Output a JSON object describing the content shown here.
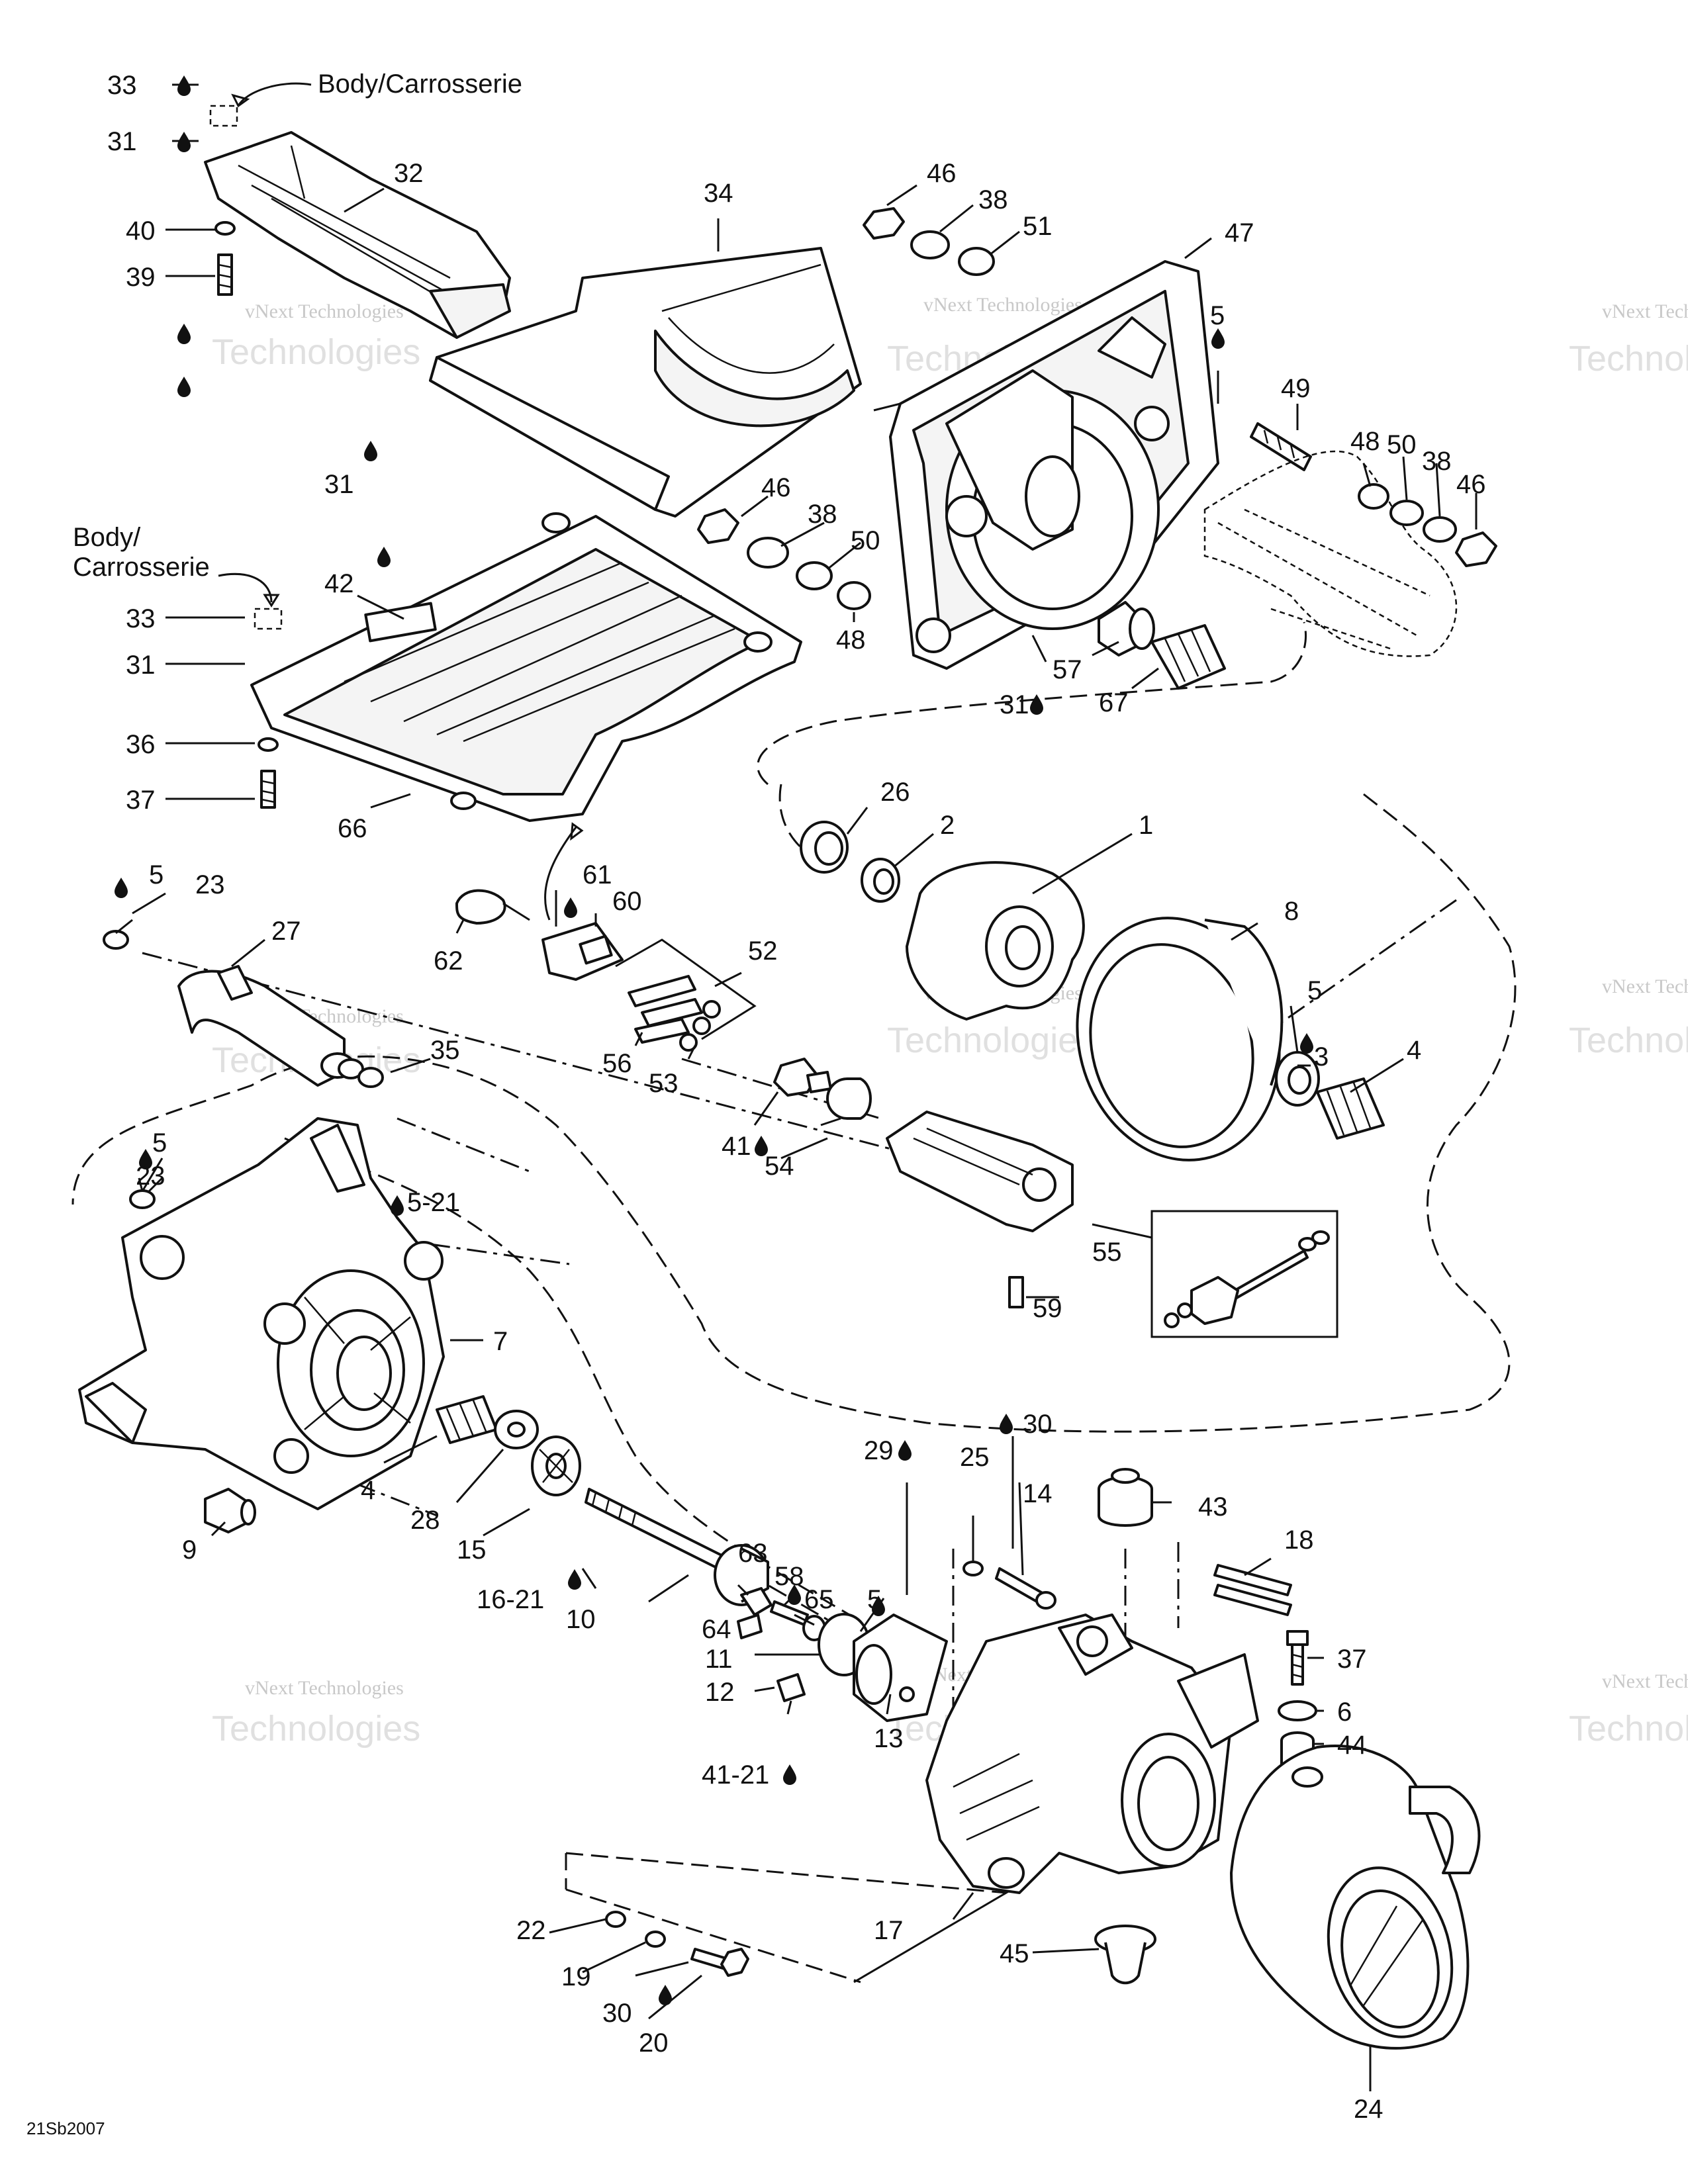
{
  "callouts": {
    "c1": "1",
    "c2": "2",
    "c3": "3",
    "c4a": "4",
    "c4b": "4",
    "c5a": "5",
    "c5b": "5",
    "c5c": "5",
    "c5d": "5",
    "c5_21": "5-21",
    "c6": "6",
    "c7": "7",
    "c8": "8",
    "c9": "9",
    "c10": "10",
    "c11": "11",
    "c12": "12",
    "c13": "13",
    "c14": "14",
    "c15": "15",
    "c16_21": "16-21",
    "c17": "17",
    "c18": "18",
    "c19": "19",
    "c20": "20",
    "c22": "22",
    "c23a": "23",
    "c23b": "23",
    "c24": "24",
    "c25": "25",
    "c26": "26",
    "c27": "27",
    "c28": "28",
    "c29": "29",
    "c30a": "30",
    "c30b": "30",
    "c31a": "31",
    "c31b": "31",
    "c31c": "31",
    "c31d": "31",
    "c32": "32",
    "c33a": "33",
    "c33b": "33",
    "c34": "34",
    "c35": "35",
    "c36": "36",
    "c37a": "37",
    "c37b": "37",
    "c38a": "38",
    "c38b": "38",
    "c38c": "38",
    "c39": "39",
    "c40": "40",
    "c41": "41",
    "c41_21": "41-21",
    "c42": "42",
    "c43": "43",
    "c44": "44",
    "c45": "45",
    "c46a": "46",
    "c46b": "46",
    "c46c": "46",
    "c47": "47",
    "c48a": "48",
    "c48b": "48",
    "c49": "49",
    "c50a": "50",
    "c50b": "50",
    "c51": "51",
    "c52": "52",
    "c53": "53",
    "c54": "54",
    "c55": "55",
    "c56": "56",
    "c57": "57",
    "c58": "58",
    "c59": "59",
    "c60": "60",
    "c61": "61",
    "c62": "62",
    "c63": "63",
    "c64": "64",
    "c65": "65",
    "c66": "66",
    "c67": "67"
  },
  "notes": {
    "body_top": "Body/Carrosserie",
    "body_mid_line1": "Body/",
    "body_mid_line2": "Carrosserie"
  },
  "watermark": {
    "line1": "vNext Technologies",
    "line2": "Technologies"
  },
  "drawing_code": "21Sb2007"
}
